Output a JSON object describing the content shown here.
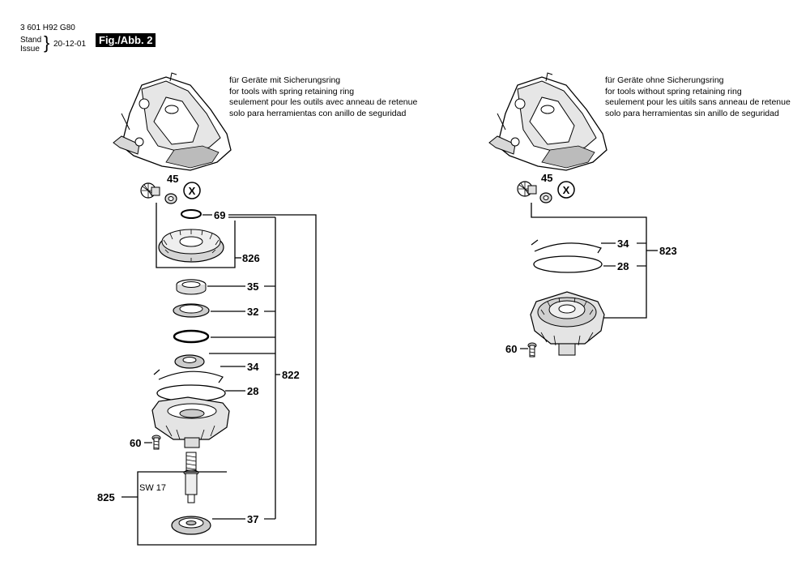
{
  "header": {
    "part_number": "3 601 H92 G80",
    "stand_label": "Stand",
    "issue_label": "Issue",
    "date": "20-12-01",
    "figure": "Fig./Abb. 2"
  },
  "notes": {
    "left": [
      "für Geräte mit Sicherungsring",
      "for tools with spring retaining ring",
      "seulement pour les outils avec anneau de retenue",
      "solo para herramientas con anillo de seguridad"
    ],
    "right": [
      "für Geräte ohne Sicherungsring",
      "for tools without spring retaining ring",
      "seulement pour les uitils sans anneau de retenue",
      "solo para herramientas sin anillo de seguridad"
    ]
  },
  "left_labels": {
    "p45": "45",
    "x": "X",
    "p69": "69",
    "p826": "826",
    "p35": "35",
    "p32": "32",
    "p34": "34",
    "p28": "28",
    "p822": "822",
    "p60": "60",
    "p825": "825",
    "sw": "SW 17",
    "p37": "37"
  },
  "right_labels": {
    "p45": "45",
    "x": "X",
    "p34": "34",
    "p28": "28",
    "p823": "823",
    "p60": "60"
  }
}
